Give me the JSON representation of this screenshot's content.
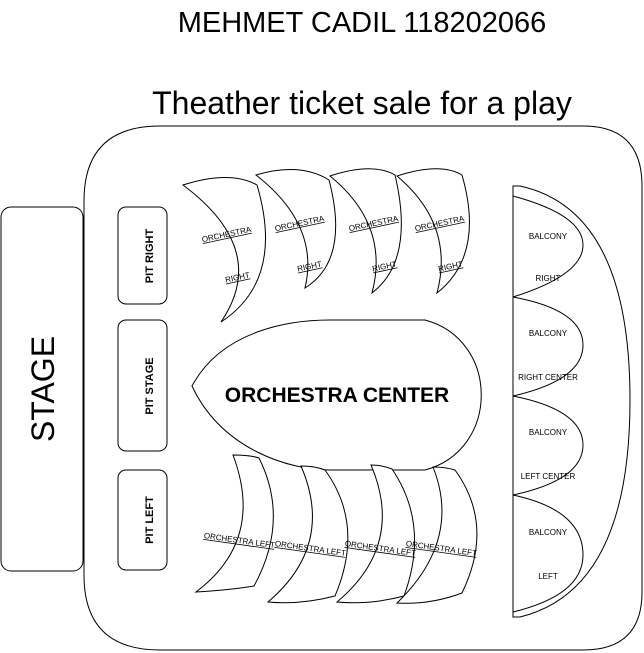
{
  "header": {
    "title": "MEHMET CADIL 118202066",
    "subtitle": "Theather ticket sale for a play"
  },
  "stage": {
    "label": "STAGE"
  },
  "pits": {
    "right": "PIT RIGHT",
    "stage": "PIT STAGE",
    "left": "PIT LEFT"
  },
  "orchestra_center": {
    "label": "ORCHESTRA CENTER"
  },
  "orchestra_right": {
    "line1": "ORCHESTRA",
    "line2": "RIGHT"
  },
  "orchestra_left": {
    "label": "ORCHESTRA LEFT"
  },
  "balconies": {
    "right": {
      "line1": "BALCONY",
      "line2": "RIGHT"
    },
    "right_center": {
      "line1": "BALCONY",
      "line2": "RIGHT CENTER"
    },
    "left_center": {
      "line1": "BALCONY",
      "line2": "LEFT CENTER"
    },
    "left": {
      "line1": "BALCONY",
      "line2": "LEFT"
    }
  }
}
